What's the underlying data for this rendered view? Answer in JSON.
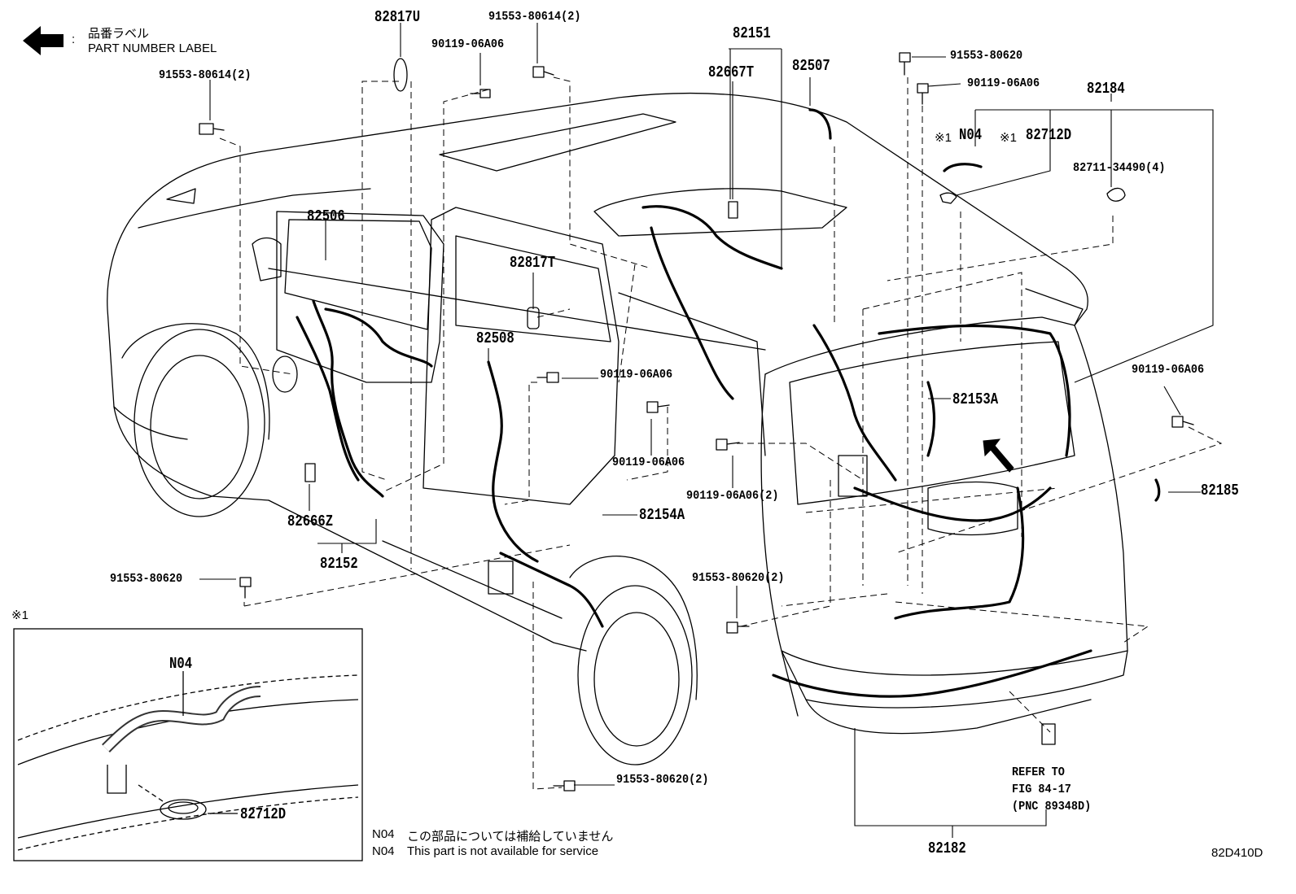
{
  "legend": {
    "arrow_symbol": "⬅",
    "colon": ":",
    "label_jp": "品番ラベル",
    "label_en": "PART NUMBER LABEL"
  },
  "callouts": {
    "p82817U": "82817U",
    "p91553_80614_top": "91553-80614(2)",
    "p90119_06A06_top": "90119-06A06",
    "p91553_80614_left": "91553-80614(2)",
    "p82151": "82151",
    "p82667T": "82667T",
    "p82507": "82507",
    "p91553_80620_top": "91553-80620",
    "p90119_06A06_rt": "90119-06A06",
    "p82184": "82184",
    "mark_n04": "※1",
    "pN04": "N04",
    "mark_82712D": "※1",
    "p82712D_top": "82712D",
    "p82711": "82711-34490(4)",
    "p82506": "82506",
    "p82817T": "82817T",
    "p82508": "82508",
    "p90119_mid": "90119-06A06",
    "p82153A": "82153A",
    "p90119_far_right": "90119-06A06",
    "p90119_center": "90119-06A06",
    "p90119_2": "90119-06A06(2)",
    "p82185": "82185",
    "p82154A": "82154A",
    "p82666Z": "82666Z",
    "p82152": "82152",
    "p91553_80620_left": "91553-80620",
    "p91553_80620_2a": "91553-80620(2)",
    "p91553_80620_2b": "91553-80620(2)",
    "refer_1": "REFER TO",
    "refer_2": "FIG 84-17",
    "refer_3": "(PNC 89348D)",
    "p82182": "82182"
  },
  "inset": {
    "mark": "※1",
    "pN04": "N04",
    "p82712D": "82712D"
  },
  "footnote": {
    "code1": "N04",
    "jp": "この部品については補給していません",
    "code2": "N04",
    "en": "This part is not available for service"
  },
  "figure_id": "82D410D"
}
